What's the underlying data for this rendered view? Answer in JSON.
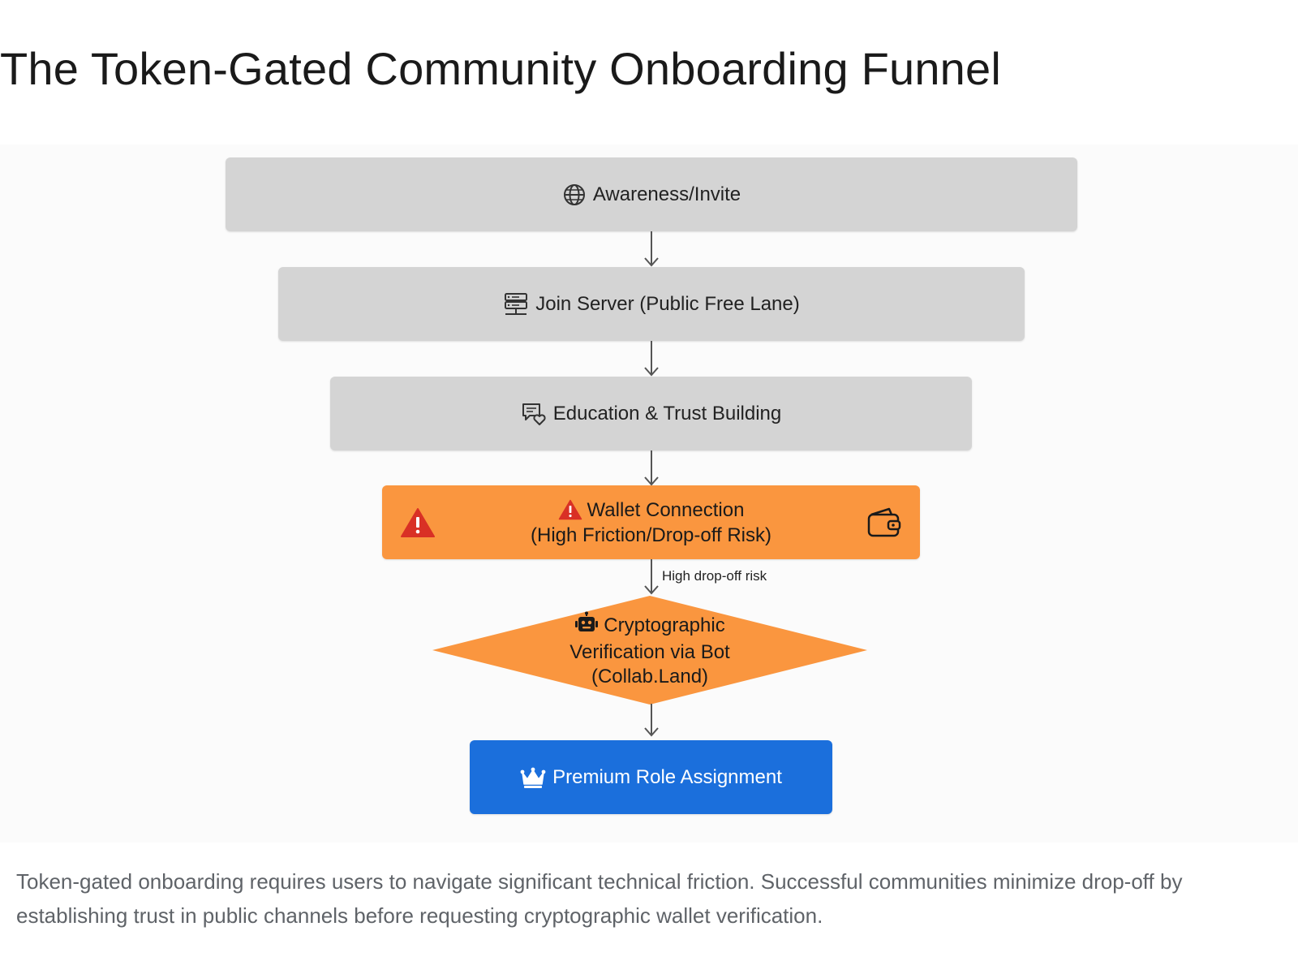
{
  "title": "The Token-Gated Community Onboarding Funnel",
  "stages": [
    {
      "label": "Awareness/Invite",
      "icon": "globe-icon"
    },
    {
      "label": "Join Server (Public Free Lane)",
      "icon": "server-icon"
    },
    {
      "label": "Education & Trust Building",
      "icon": "chat-heart-icon"
    },
    {
      "line1": "Wallet Connection",
      "line2": "(High Friction/Drop-off Risk)",
      "icons": [
        "warning-icon",
        "wallet-icon"
      ]
    },
    {
      "line1": "Cryptographic",
      "line2": "Verification via Bot",
      "line3": "(Collab.Land)",
      "icon": "robot-icon",
      "shape": "diamond"
    },
    {
      "label": "Premium Role Assignment",
      "icon": "crown-icon"
    }
  ],
  "edge_label": "High drop-off risk",
  "caption": "Token-gated onboarding requires users to navigate significant technical friction. Successful communities minimize drop-off by establishing trust in public channels before requesting cryptographic wallet verification.",
  "colors": {
    "neutral_stage": "#d4d4d4",
    "risk_stage": "#fa963f",
    "warning": "#d93025",
    "success_stage": "#1b6fdc"
  }
}
